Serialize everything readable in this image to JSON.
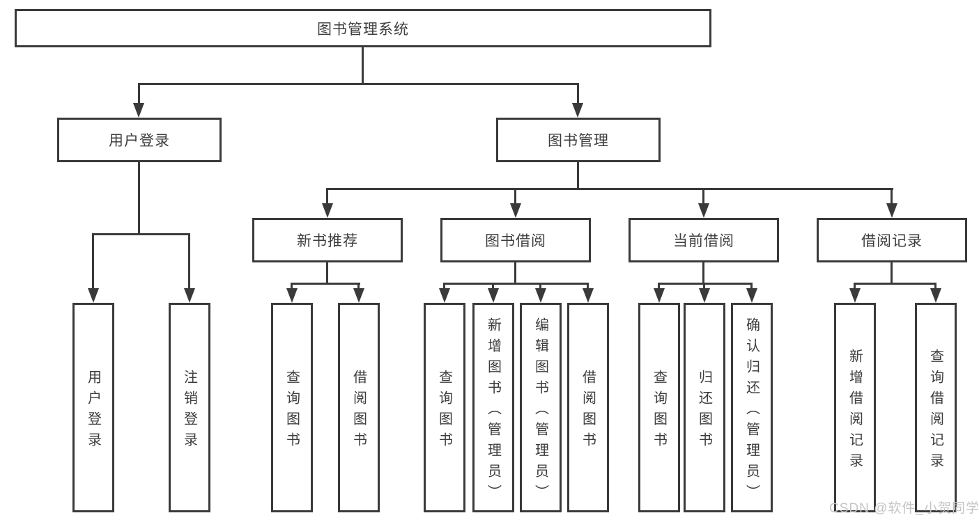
{
  "diagram": {
    "root": {
      "label": "图书管理系统"
    },
    "user_login": {
      "label": "用户登录",
      "children": [
        {
          "label": "用户登录"
        },
        {
          "label": "注销登录"
        }
      ]
    },
    "book_mgmt": {
      "label": "图书管理",
      "groups": [
        {
          "label": "新书推荐",
          "children": [
            {
              "label": "查询图书"
            },
            {
              "label": "借阅图书"
            }
          ]
        },
        {
          "label": "图书借阅",
          "children": [
            {
              "label": "查询图书"
            },
            {
              "label": "新增图书（管理员）"
            },
            {
              "label": "编辑图书（管理员）"
            },
            {
              "label": "借阅图书"
            }
          ]
        },
        {
          "label": "当前借阅",
          "children": [
            {
              "label": "查询图书"
            },
            {
              "label": "归还图书"
            },
            {
              "label": "确认归还（管理员）"
            }
          ]
        },
        {
          "label": "借阅记录",
          "children": [
            {
              "label": "新增借阅记录"
            },
            {
              "label": "查询借阅记录"
            }
          ]
        }
      ]
    }
  },
  "watermark": {
    "label": "CSDN @软件_小贺同学"
  },
  "colors": {
    "line": "#3a3a3a",
    "text": "#3d3d3d",
    "box_fill": "#ffffff",
    "canvas": "#ffffff",
    "watermark": "#c5c5c5"
  }
}
